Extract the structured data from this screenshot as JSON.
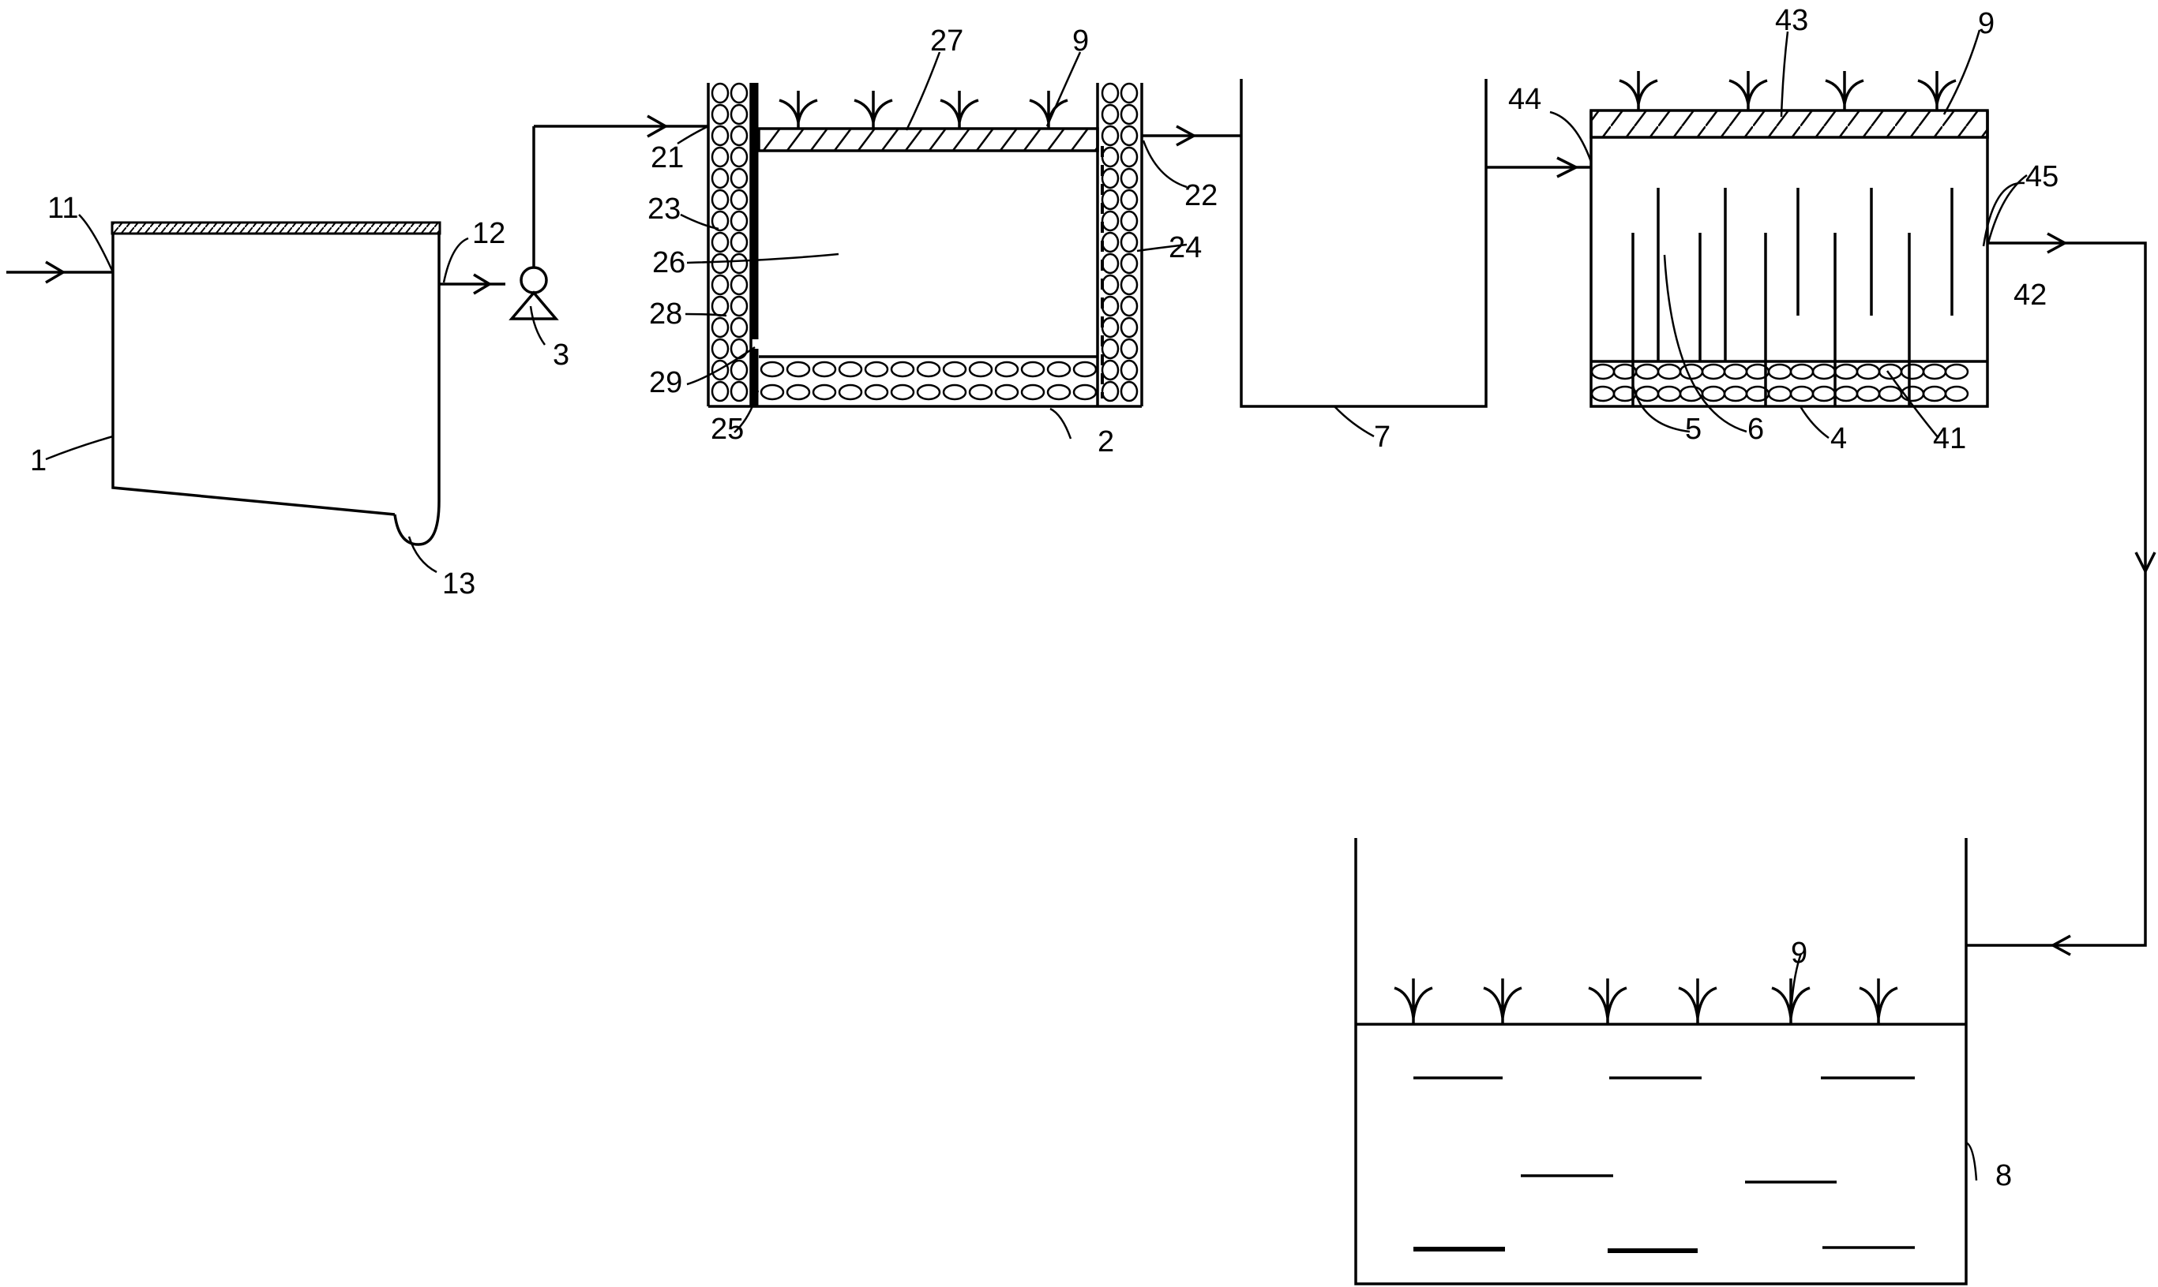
{
  "labels": {
    "l1": "1",
    "l2": "2",
    "l3": "3",
    "l4": "4",
    "l5": "5",
    "l6": "6",
    "l7": "7",
    "l8": "8",
    "l9a": "9",
    "l9b": "9",
    "l9c": "9",
    "l11": "11",
    "l12": "12",
    "l13": "13",
    "l21": "21",
    "l22": "22",
    "l23": "23",
    "l24": "24",
    "l25": "25",
    "l26": "26",
    "l27": "27",
    "l28": "28",
    "l29": "29",
    "l41": "41",
    "l42": "42",
    "l43": "43",
    "l44": "44",
    "l45": "45"
  },
  "icons": {
    "pump": "pump-icon",
    "plant": "plant-icon",
    "arrow": "flow-arrow-icon"
  }
}
